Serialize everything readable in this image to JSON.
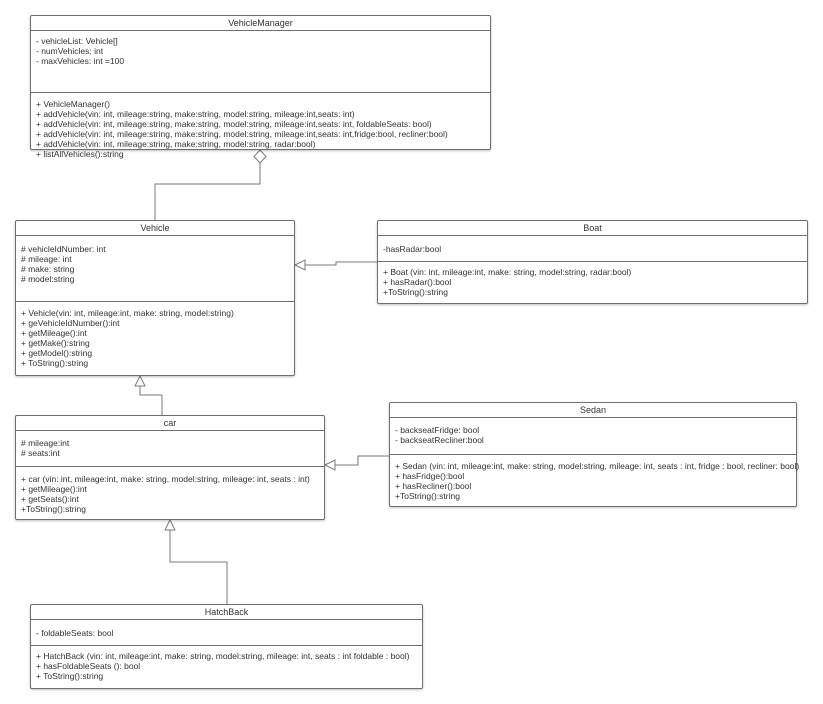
{
  "diagram": {
    "classes": {
      "vehicle_manager": {
        "name": "VehicleManager",
        "attributes": [
          "- vehicleList: Vehicle[]",
          "- numVehicles: int",
          "- maxVehicles: int =100"
        ],
        "methods": [
          "+ VehicleManager()",
          "+ addVehicle(vin: int, mileage:string, make:string, model:string, mileage:int,seats: int)",
          "+ addVehicle(vin: int, mileage:string, make:string, model:string, mileage:int,seats: int, foldableSeats: bool)",
          "+ addVehicle(vin: int, mileage:string, make:string, model:string,  mileage:int,seats: int,fridge:bool, recliner:bool)",
          "+ addVehicle(vin: int, mileage:string, make:string, model:string, radar:bool)",
          "+ listAllVehicles():string"
        ]
      },
      "vehicle": {
        "name": "Vehicle",
        "attributes": [
          "# vehicleIdNumber: int",
          "# mileage: int",
          "# make: string",
          "# model:string"
        ],
        "methods": [
          "+ Vehicle(vin: int, mileage:int, make: string, model:string)",
          "+ geVehicleIdNumber():int",
          "+ getMileage():int",
          "+ getMake():string",
          "+ getModel():string",
          "+ ToString():string"
        ]
      },
      "boat": {
        "name": "Boat",
        "attributes": [
          "-hasRadar:bool"
        ],
        "methods": [
          "+ Boat (vin: int, mileage:int, make: string, model:string, radar:bool)",
          "+ hasRadar():bool",
          "+ToString():string"
        ]
      },
      "car": {
        "name": "car",
        "attributes": [
          "# mileage:int",
          "# seats:int"
        ],
        "methods": [
          "+ car (vin: int, mileage:int, make: string, model:string, mileage: int, seats : int)",
          "+ getMileage():int",
          "+ getSeats():int",
          "+ToString():string"
        ]
      },
      "sedan": {
        "name": "Sedan",
        "attributes": [
          "- backseatFridge: bool",
          "- backseatRecliner:bool"
        ],
        "methods": [
          "+ Sedan (vin: int, mileage:int, make: string, model:string, mileage: int, seats : int, fridge : bool, recliner: bool)",
          "+ hasFridge():bool",
          "+ hasRecliner():bool",
          "+ToString():string"
        ]
      },
      "hatchback": {
        "name": "HatchBack",
        "attributes": [
          "- foldableSeats: bool"
        ],
        "methods": [
          "+ HatchBack (vin: int, mileage:int, make: string, model:string, mileage: int, seats : int foldable : bool)",
          "+ hasFoldableSeats (): bool",
          "+ ToString():string"
        ]
      }
    },
    "relationships": [
      {
        "type": "aggregation",
        "from": "Vehicle",
        "to": "VehicleManager"
      },
      {
        "type": "inheritance",
        "from": "Boat",
        "to": "Vehicle"
      },
      {
        "type": "inheritance",
        "from": "car",
        "to": "Vehicle"
      },
      {
        "type": "inheritance",
        "from": "Sedan",
        "to": "car"
      },
      {
        "type": "inheritance",
        "from": "HatchBack",
        "to": "car"
      }
    ],
    "line_color": "#7a7a7a",
    "border_color": "#6f6f6f"
  }
}
